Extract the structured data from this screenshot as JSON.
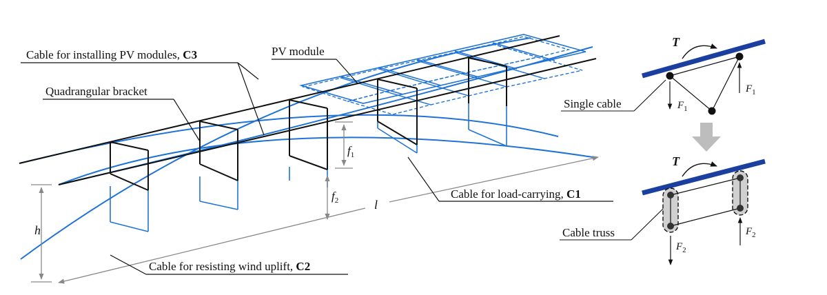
{
  "labels": {
    "cable_c3_text": "Cable for installing PV modules, ",
    "cable_c3_code": "C3",
    "pv_module": "PV module",
    "bracket": "Quadrangular bracket",
    "cable_c1_text": "Cable for load-carrying, ",
    "cable_c1_code": "C1",
    "cable_c2_text": "Cable for resisting wind uplift, ",
    "cable_c2_code": "C2",
    "single_cable": "Single cable",
    "cable_truss": "Cable truss"
  },
  "symbols": {
    "f": "f",
    "f1_sub": "1",
    "f2_sub": "2",
    "h": "h",
    "l": "l",
    "T": "T",
    "F": "F",
    "F1_sub": "1",
    "F2_sub": "2"
  },
  "colors": {
    "cable_blue": "#1f73d6",
    "beam_navy": "#1a3f9e",
    "frame_black": "#111111",
    "dimension_gray": "#888888",
    "arrow_fill": "#bdbdbd"
  }
}
